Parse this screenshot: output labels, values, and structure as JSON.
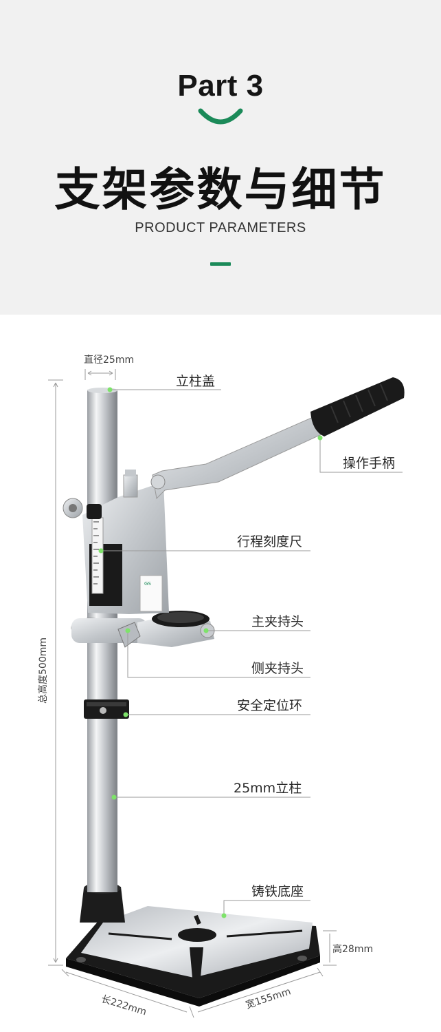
{
  "header": {
    "part": "Part 3",
    "title": "支架参数与细节",
    "subtitle": "PRODUCT PARAMETERS"
  },
  "dimensions": {
    "diameter": "直径25mm",
    "total_height": "总高度500mm",
    "length": "长222mm",
    "width": "宽155mm",
    "base_height": "高28mm"
  },
  "parts": {
    "column_cap": "立柱盖",
    "handle": "操作手柄",
    "stroke_scale": "行程刻度尺",
    "main_clamp": "主夹持头",
    "side_clamp": "侧夹持头",
    "safety_ring": "安全定位环",
    "column": "25mm立柱",
    "base": "铸铁底座"
  },
  "colors": {
    "accent_green": "#1b8a59",
    "callout_dot": "#7ee36a"
  }
}
